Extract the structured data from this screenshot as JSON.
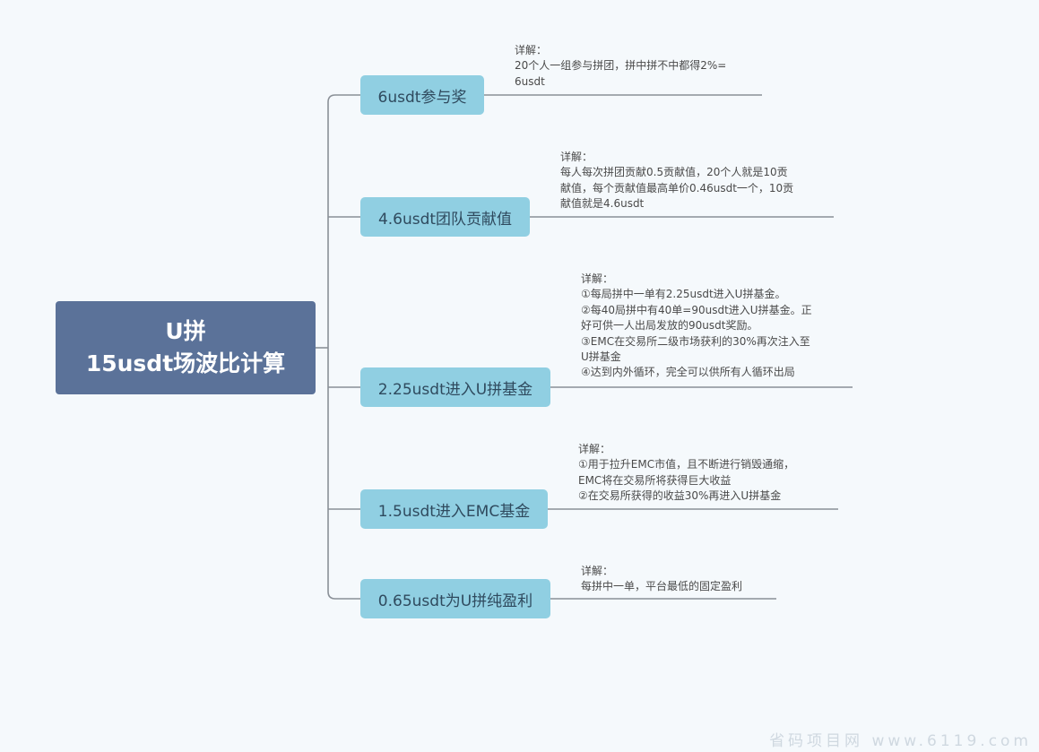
{
  "colors": {
    "background": "#f5f9fc",
    "root_fill": "#5b7299",
    "branch_fill": "#90cfe2",
    "connector": "#8a9097"
  },
  "root": {
    "line1": "U拼",
    "line2": "15usdt场波比计算"
  },
  "branches": [
    {
      "label": "6usdt参与奖",
      "note_title": "详解：",
      "note_lines": [
        "20个人一组参与拼团，拼中拼不中都得2%=",
        "6usdt"
      ]
    },
    {
      "label": "4.6usdt团队贡献值",
      "note_title": "详解：",
      "note_lines": [
        "每人每次拼团贡献0.5贡献值，20个人就是10贡",
        "献值，每个贡献值最高单价0.46usdt一个，10贡",
        "献值就是4.6usdt"
      ]
    },
    {
      "label": "2.25usdt进入U拼基金",
      "note_title": "详解：",
      "note_lines": [
        "①每局拼中一单有2.25usdt进入U拼基金。",
        "②每40局拼中有40单=90usdt进入U拼基金。正",
        "好可供一人出局发放的90usdt奖励。",
        "③EMC在交易所二级市场获利的30%再次注入至",
        "U拼基金",
        "④达到内外循环，完全可以供所有人循环出局"
      ]
    },
    {
      "label": "1.5usdt进入EMC基金",
      "note_title": "详解：",
      "note_lines": [
        "①用于拉升EMC市值，且不断进行销毁通缩，",
        "EMC将在交易所将获得巨大收益",
        "②在交易所获得的收益30%再进入U拼基金"
      ]
    },
    {
      "label": "0.65usdt为U拼纯盈利",
      "note_title": "详解：",
      "note_lines": [
        "每拼中一单，平台最低的固定盈利"
      ]
    }
  ],
  "watermark": "省码项目网 www.6119.com"
}
